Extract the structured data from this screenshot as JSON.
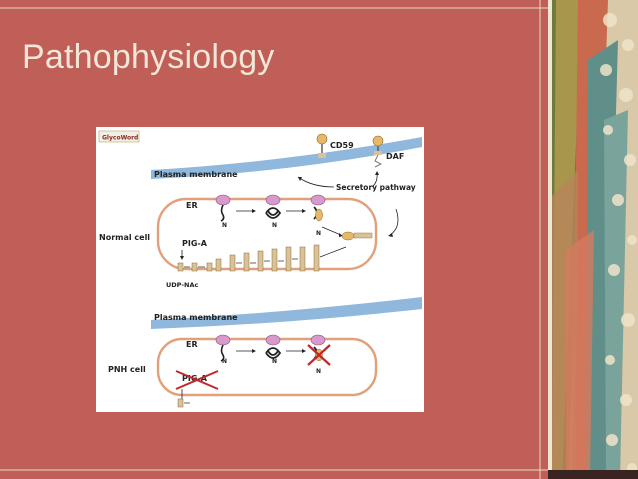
{
  "slide": {
    "title": "Pathophysiology"
  },
  "figure": {
    "logo": "GlycoWord",
    "labels": {
      "cd59": "CD59",
      "daf": "DAF",
      "plasma_membrane_1": "Plasma membrane",
      "secretory_pathway": "Secretory pathway",
      "er_1": "ER",
      "normal_cell": "Normal cell",
      "pig_a_1": "PIG-A",
      "udp_nac": "UDP-NAc",
      "n_1": "N",
      "n_2": "N",
      "n_3": "N",
      "plasma_membrane_2": "Plasma membrane",
      "er_2": "ER",
      "pnh_cell": "PNH cell",
      "pig_a_2": "PIG-A",
      "n_4": "N",
      "n_5": "N",
      "n_6": "N"
    }
  },
  "colors": {
    "panel": "#c05e58",
    "title": "#f2e6d7",
    "membrane": "#8fb8dc",
    "cell_outline": "#e2a07a",
    "cross": "#c0282c"
  }
}
